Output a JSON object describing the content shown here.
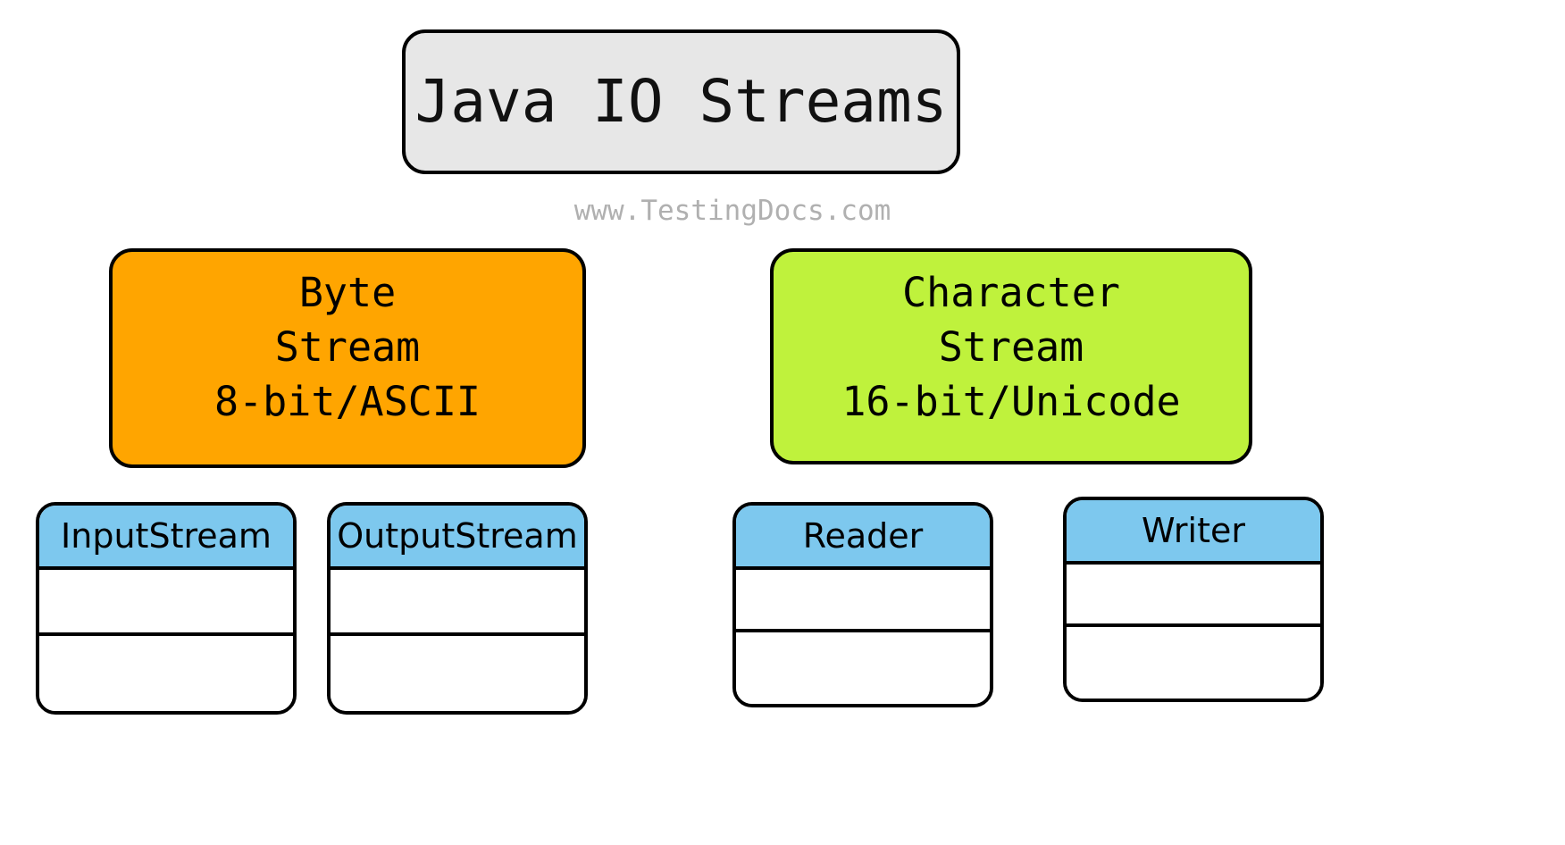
{
  "diagram": {
    "title": "Java IO Streams",
    "watermark": "www.TestingDocs.com",
    "colors": {
      "title_box_fill": "#e7e7e7",
      "byte_stream_fill": "#FFA500",
      "character_stream_fill": "#BFF23C",
      "class_header_fill": "#7DC8EE",
      "class_body_fill": "#FFFFFF",
      "outline": "#000000",
      "watermark_text": "#B0B0B0"
    },
    "categories": [
      {
        "id": "byte-stream",
        "line1": "Byte",
        "line2": "Stream",
        "line3": "8-bit/ASCII"
      },
      {
        "id": "character-stream",
        "line1": "Character",
        "line2": "Stream",
        "line3": "16-bit/Unicode"
      }
    ],
    "classes": [
      {
        "id": "input-stream",
        "name": "InputStream",
        "attributes": "",
        "operations": ""
      },
      {
        "id": "output-stream",
        "name": "OutputStream",
        "attributes": "",
        "operations": ""
      },
      {
        "id": "reader",
        "name": "Reader",
        "attributes": "",
        "operations": ""
      },
      {
        "id": "writer",
        "name": "Writer",
        "attributes": "",
        "operations": ""
      }
    ]
  }
}
